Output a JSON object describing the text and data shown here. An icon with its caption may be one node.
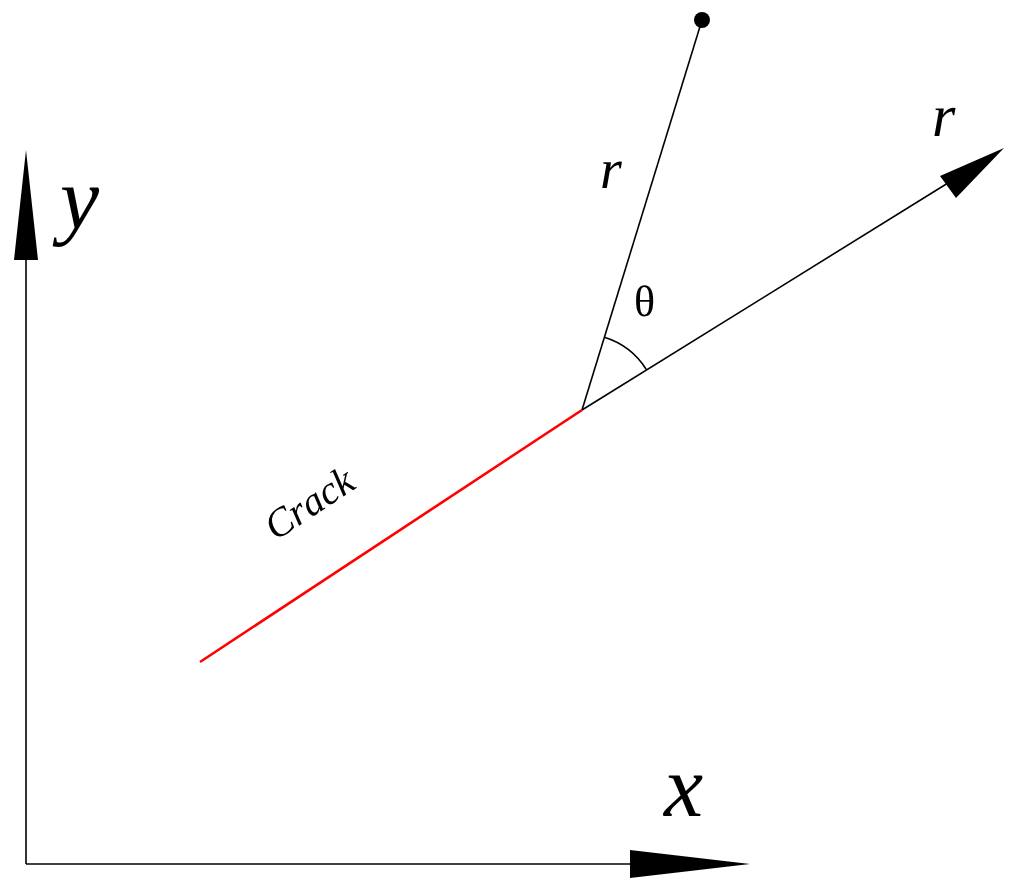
{
  "diagram": {
    "labels": [
      "r",
      "y",
      "r",
      "θ",
      "Crack",
      "x"
    ]
  }
}
